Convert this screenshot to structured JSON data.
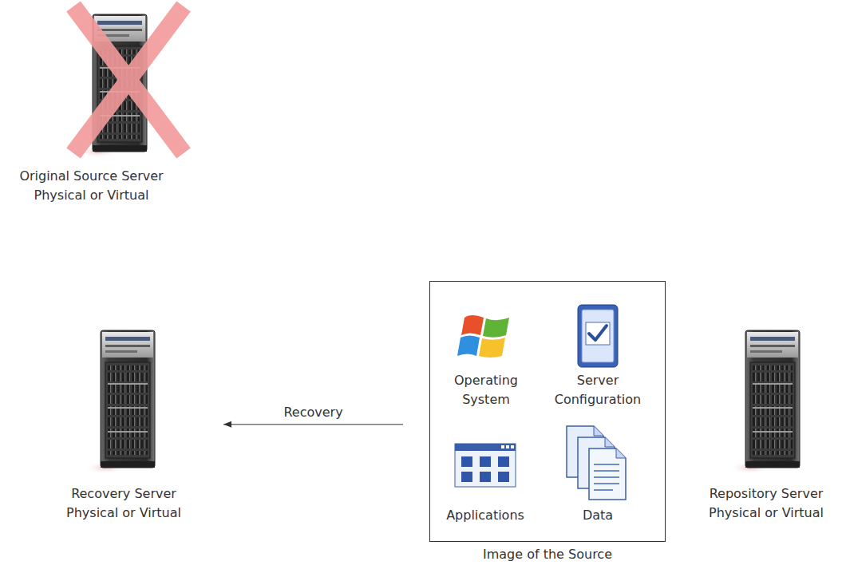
{
  "diagram": {
    "nodes": [
      {
        "text": [
          "Original Source Server Physical or Virtual"
        ]
      },
      {
        "text": [
          "Recovery Server Physical or Virtual"
        ]
      },
      {
        "text": [
          "Image of the Source"
        ]
      },
      {
        "text": [
          "Operating System"
        ],
        "in": 2
      },
      {
        "text": [
          "Server Configuration"
        ],
        "in": 2
      },
      {
        "text": [
          "Applications"
        ],
        "in": 2
      },
      {
        "text": [
          "Data"
        ],
        "in": 2
      },
      {
        "text": [
          "Repository Server Physical or Virtual"
        ]
      }
    ],
    "edges": [
      {
        "from": 2,
        "to": 1,
        "arrow": "to",
        "label": "Recovery"
      }
    ]
  }
}
